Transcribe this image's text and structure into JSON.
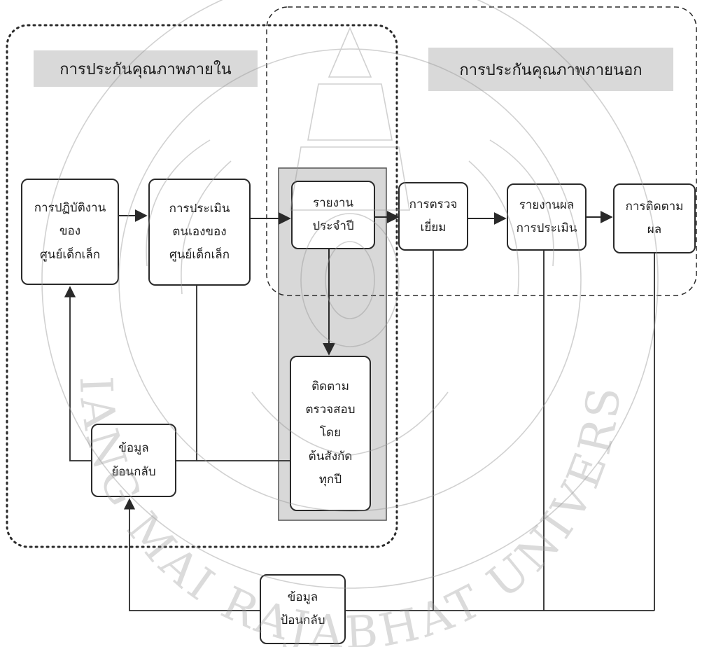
{
  "regions": {
    "internal": "การประกันคุณภาพภายใน",
    "external": "การประกันคุณภาพภายนอก"
  },
  "nodes": {
    "operation": "การปฏิบัติงาน\nของ\nศูนย์เด็กเล็ก",
    "self_assessment": "การประเมิน\nตนเองของ\nศูนย์เด็กเล็ก",
    "annual_report": "รายงาน\nประจำปี",
    "site_visit": "การตรวจ\nเยี่ยม",
    "assessment_report": "รายงานผล\nการประเมิน",
    "follow_up": "การติดตาม\nผล",
    "annual_monitoring": "ติดตาม\nตรวจสอบ\nโดย\nต้นสังกัด\nทุกปี",
    "feedback_internal": "ข้อมูล\nย้อนกลับ",
    "feedback_external": "ข้อมูล\nป้อนกลับ"
  },
  "watermark": {
    "university_arc": "CHIANG MAI RAJABHAT UNIVERSITY"
  },
  "colors": {
    "line": "#2a2a2a",
    "label_fill": "#d9d9d9",
    "highlight_fill": "#d8d8d8",
    "watermark": "#9a9a9a"
  }
}
